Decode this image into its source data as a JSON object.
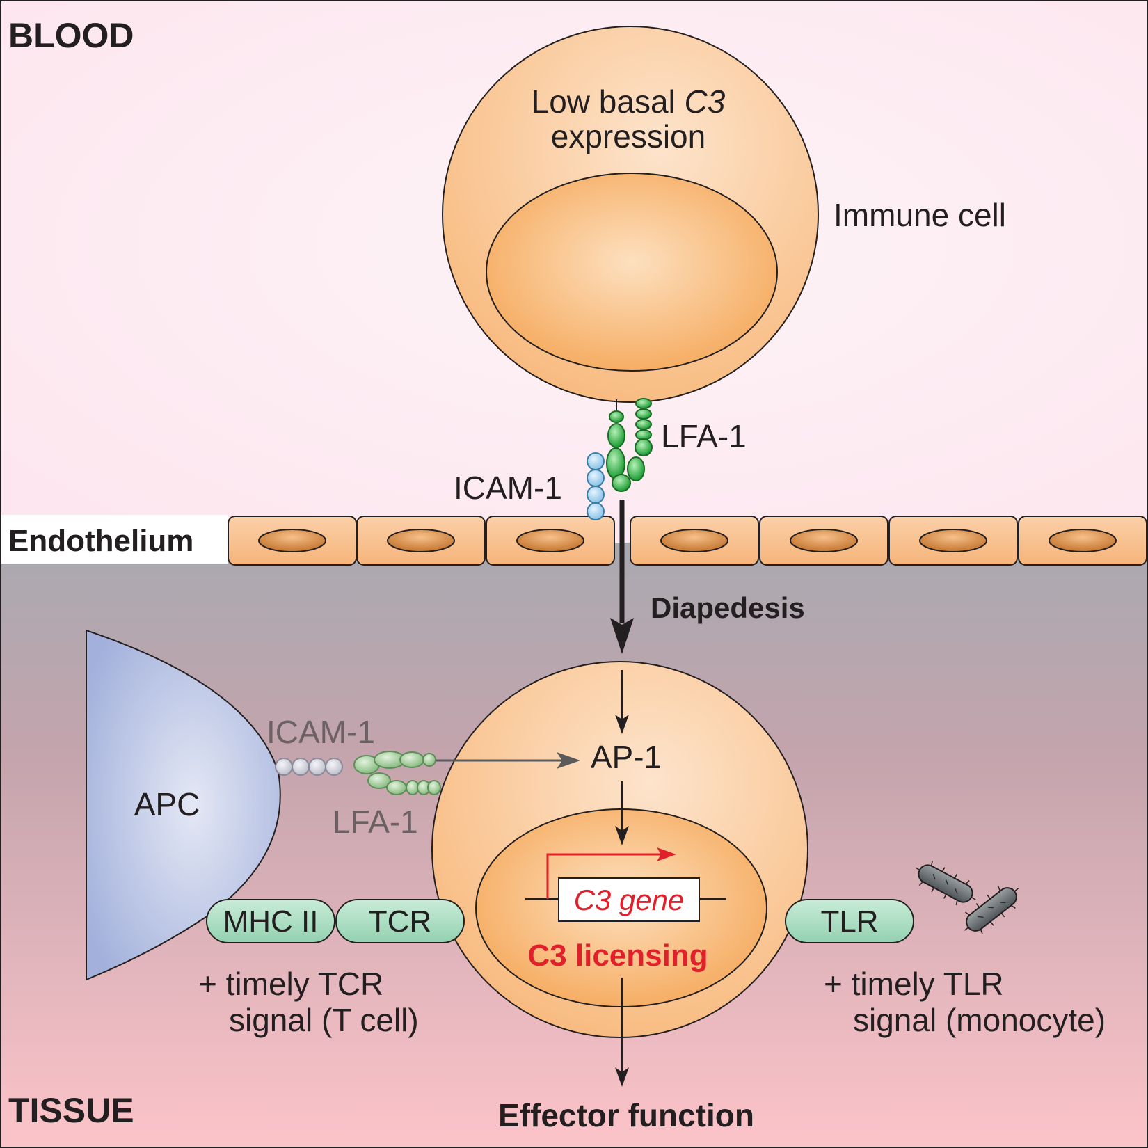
{
  "regions": {
    "blood": "BLOOD",
    "endothelium": "Endothelium",
    "tissue": "TISSUE"
  },
  "top_cell": {
    "line1_prefix": "Low basal",
    "line1_gene": "C3",
    "line2": "expression",
    "cell_label": "Immune cell"
  },
  "molecules": {
    "lfa1_top": "LFA-1",
    "icam1_top": "ICAM-1",
    "icam1_bottom": "ICAM-1",
    "lfa1_bottom": "LFA-1",
    "ap1": "AP-1",
    "mhc2": "MHC II",
    "tcr": "TCR",
    "tlr": "TLR"
  },
  "process": {
    "diapedesis": "Diapedesis",
    "gene_box": "C3 gene",
    "licensing": "C3 licensing",
    "effector": "Effector function"
  },
  "apc": {
    "label": "APC"
  },
  "signals": {
    "tcr_line1": "+ timely TCR",
    "tcr_line2": "signal (T cell)",
    "tlr_line1": "+ timely TLR",
    "tlr_line2": "signal (monocyte)"
  },
  "colors": {
    "blood_bg": "#fde8f0",
    "tissue_top": "#a9a9b0",
    "tissue_bottom": "#fbc3c8",
    "cell_fill": "#f9c490",
    "nucleus_fill": "#f6b06a",
    "lfa1_green": "#2fa843",
    "icam1_blue": "#a8d4f0",
    "receptor_fill": "#a8dcc0",
    "apc_fill": "#a9b6de",
    "licensing_red": "#e0202a"
  }
}
